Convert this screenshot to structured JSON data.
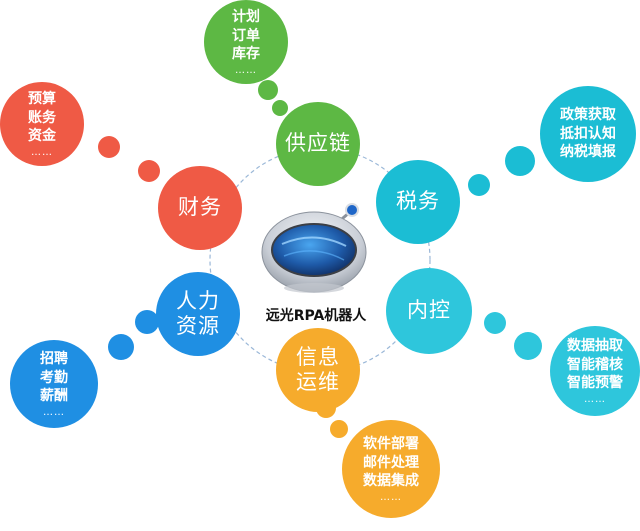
{
  "center": {
    "label": "远光RPA机器人"
  },
  "colors": {
    "green": "#5db844",
    "teal": "#1bbdd4",
    "cyan_light": "#2ec6dc",
    "red": "#ef5a45",
    "blue": "#1f8fe3",
    "orange": "#f6ab2c",
    "ring": "#9bb8d8"
  },
  "hubs": [
    {
      "id": "supply",
      "label": "供应链",
      "color": "#5db844"
    },
    {
      "id": "tax",
      "label": "税务",
      "color": "#1bbdd4"
    },
    {
      "id": "finance",
      "label": "财务",
      "color": "#ef5a45"
    },
    {
      "id": "hr",
      "label": "人力\n资源",
      "color": "#1f8fe3"
    },
    {
      "id": "control",
      "label": "内控",
      "color": "#2ec6dc"
    },
    {
      "id": "it",
      "label": "信息\n运维",
      "color": "#f6ab2c"
    }
  ],
  "leaves": {
    "supply": {
      "lines": [
        "计划",
        "订单",
        "库存"
      ],
      "more": "……",
      "color": "#5db844"
    },
    "finance": {
      "lines": [
        "预算",
        "账务",
        "资金"
      ],
      "more": "……",
      "color": "#ef5a45"
    },
    "tax": {
      "lines": [
        "政策获取",
        "抵扣认知",
        "纳税填报"
      ],
      "more": "",
      "color": "#1bbdd4"
    },
    "hr": {
      "lines": [
        "招聘",
        "考勤",
        "薪酬"
      ],
      "more": "……",
      "color": "#1f8fe3"
    },
    "control": {
      "lines": [
        "数据抽取",
        "智能稽核",
        "智能预警"
      ],
      "more": "……",
      "color": "#2ec6dc"
    },
    "it": {
      "lines": [
        "软件部署",
        "邮件处理",
        "数据集成"
      ],
      "more": "……",
      "color": "#f6ab2c"
    }
  }
}
